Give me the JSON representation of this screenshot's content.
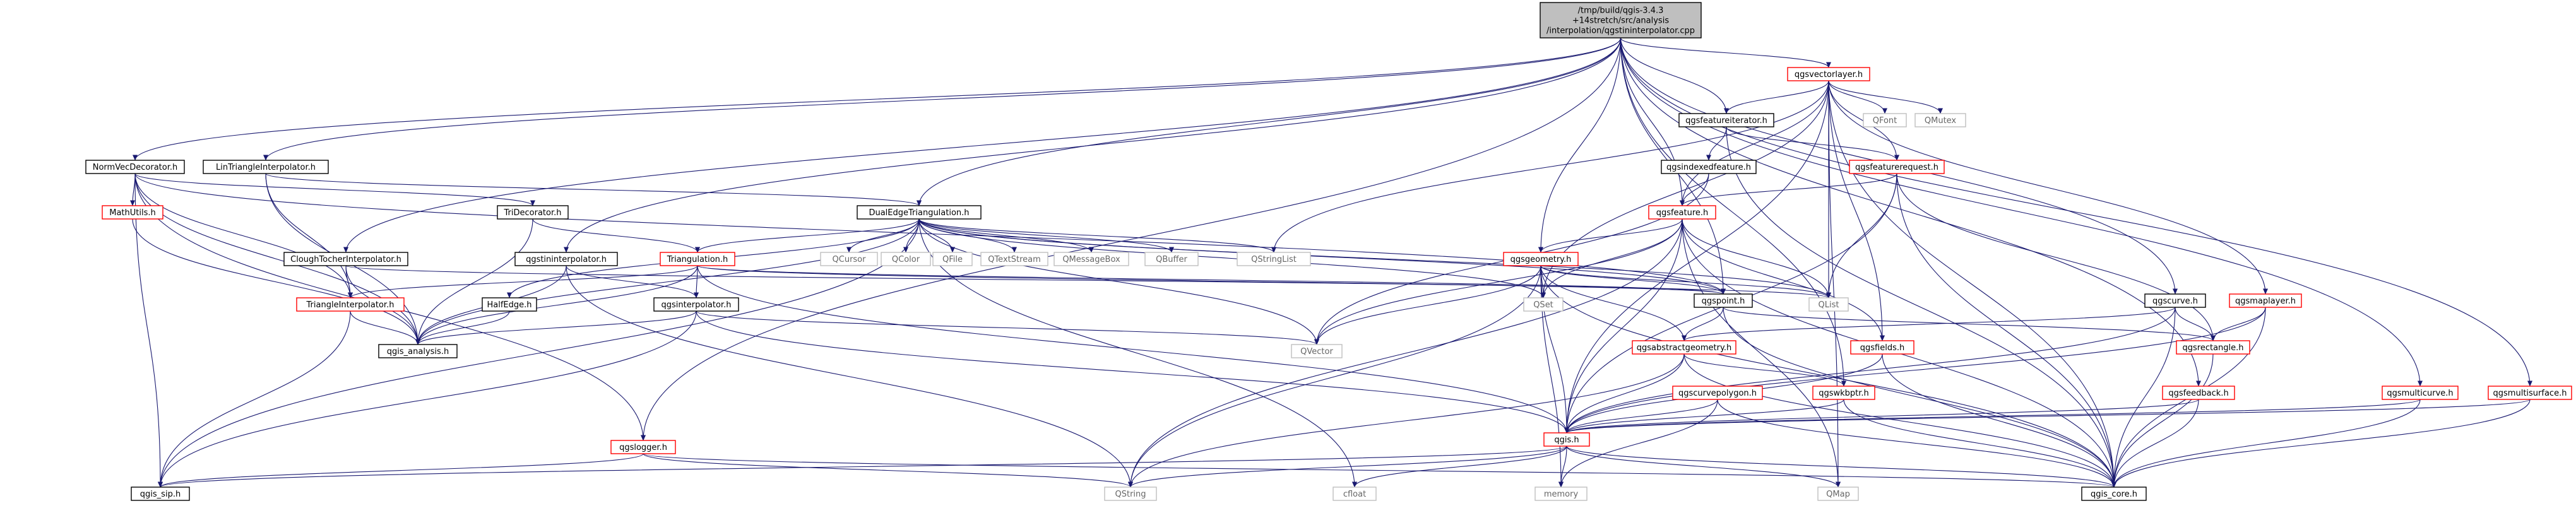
{
  "colors": {
    "edge": "#191970",
    "root_fill": "#bfbfbf",
    "root_border": "#000000",
    "normal_border": "#000000",
    "incomplete_border": "#ff0000",
    "external_border": "#bfbfbf",
    "external_text": "#666666"
  },
  "nodes": [
    {
      "id": "root",
      "kind": "root",
      "lines": [
        "/tmp/build/qgis-3.4.3",
        "+14stretch/src/analysis",
        "/interpolation/qgstininterpolator.cpp"
      ]
    },
    {
      "id": "qgsvectorlayer",
      "kind": "incomplete",
      "lines": [
        "qgsvectorlayer.h"
      ]
    },
    {
      "id": "qgsfeatureiterator",
      "kind": "normal",
      "lines": [
        "qgsfeatureiterator.h"
      ]
    },
    {
      "id": "qgsindexedfeature",
      "kind": "normal",
      "lines": [
        "qgsindexedfeature.h"
      ]
    },
    {
      "id": "qgsfeaturerequest",
      "kind": "incomplete",
      "lines": [
        "qgsfeaturerequest.h"
      ]
    },
    {
      "id": "qgsfeature",
      "kind": "incomplete",
      "lines": [
        "qgsfeature.h"
      ]
    },
    {
      "id": "qgsgeometry",
      "kind": "incomplete",
      "lines": [
        "qgsgeometry.h"
      ]
    },
    {
      "id": "qgspoint",
      "kind": "normal",
      "lines": [
        "qgspoint.h"
      ]
    },
    {
      "id": "qgsabstractgeometry",
      "kind": "incomplete",
      "lines": [
        "qgsabstractgeometry.h"
      ]
    },
    {
      "id": "qgsfields",
      "kind": "incomplete",
      "lines": [
        "qgsfields.h"
      ]
    },
    {
      "id": "qgscurvepolygon",
      "kind": "incomplete",
      "lines": [
        "qgscurvepolygon.h"
      ]
    },
    {
      "id": "qgswkbptr",
      "kind": "incomplete",
      "lines": [
        "qgswkbptr.h"
      ]
    },
    {
      "id": "qgsh",
      "kind": "incomplete",
      "lines": [
        "qgis.h"
      ]
    },
    {
      "id": "qgscurve",
      "kind": "normal",
      "lines": [
        "qgscurve.h"
      ]
    },
    {
      "id": "qgsmaplayer",
      "kind": "incomplete",
      "lines": [
        "qgsmaplayer.h"
      ]
    },
    {
      "id": "qgsrectangle",
      "kind": "incomplete",
      "lines": [
        "qgsrectangle.h"
      ]
    },
    {
      "id": "qgsfeedback",
      "kind": "incomplete",
      "lines": [
        "qgsfeedback.h"
      ]
    },
    {
      "id": "qgsmulticurve",
      "kind": "incomplete",
      "lines": [
        "qgsmulticurve.h"
      ]
    },
    {
      "id": "qgsmultisurface",
      "kind": "incomplete",
      "lines": [
        "qgsmultisurface.h"
      ]
    },
    {
      "id": "qgscore",
      "kind": "normal",
      "lines": [
        "qgis_core.h"
      ]
    },
    {
      "id": "normvec",
      "kind": "normal",
      "lines": [
        "NormVecDecorator.h"
      ]
    },
    {
      "id": "mathutils",
      "kind": "incomplete",
      "lines": [
        "MathUtils.h"
      ]
    },
    {
      "id": "lintriangle",
      "kind": "normal",
      "lines": [
        "LinTriangleInterpolator.h"
      ]
    },
    {
      "id": "tridecorator",
      "kind": "normal",
      "lines": [
        "TriDecorator.h"
      ]
    },
    {
      "id": "dualedge",
      "kind": "normal",
      "lines": [
        "DualEdgeTriangulation.h"
      ]
    },
    {
      "id": "clough",
      "kind": "normal",
      "lines": [
        "CloughTocherInterpolator.h"
      ]
    },
    {
      "id": "triinterp",
      "kind": "incomplete",
      "lines": [
        "TriangleInterpolator.h"
      ]
    },
    {
      "id": "qgstininterp",
      "kind": "normal",
      "lines": [
        "qgstininterpolator.h"
      ]
    },
    {
      "id": "triangulation",
      "kind": "incomplete",
      "lines": [
        "Triangulation.h"
      ]
    },
    {
      "id": "halfedge",
      "kind": "normal",
      "lines": [
        "HalfEdge.h"
      ]
    },
    {
      "id": "qgsinterpolator",
      "kind": "normal",
      "lines": [
        "qgsinterpolator.h"
      ]
    },
    {
      "id": "qgsanalysis",
      "kind": "normal",
      "lines": [
        "qgis_analysis.h"
      ]
    },
    {
      "id": "qgslogger",
      "kind": "incomplete",
      "lines": [
        "qgslogger.h"
      ]
    },
    {
      "id": "qgssip",
      "kind": "normal",
      "lines": [
        "qgis_sip.h"
      ]
    },
    {
      "id": "qstring",
      "kind": "external",
      "lines": [
        "QString"
      ]
    },
    {
      "id": "cfloat",
      "kind": "external",
      "lines": [
        "cfloat"
      ]
    },
    {
      "id": "memory",
      "kind": "external",
      "lines": [
        "memory"
      ]
    },
    {
      "id": "qmap",
      "kind": "external",
      "lines": [
        "QMap"
      ]
    },
    {
      "id": "qvector",
      "kind": "external",
      "lines": [
        "QVector"
      ]
    },
    {
      "id": "qset",
      "kind": "external",
      "lines": [
        "QSet"
      ]
    },
    {
      "id": "qlist",
      "kind": "external",
      "lines": [
        "QList"
      ]
    },
    {
      "id": "qstringlist",
      "kind": "external",
      "lines": [
        "QStringList"
      ]
    },
    {
      "id": "qcursor",
      "kind": "external",
      "lines": [
        "QCursor"
      ]
    },
    {
      "id": "qcolor",
      "kind": "external",
      "lines": [
        "QColor"
      ]
    },
    {
      "id": "qfile",
      "kind": "external",
      "lines": [
        "QFile"
      ]
    },
    {
      "id": "qtextstream",
      "kind": "external",
      "lines": [
        "QTextStream"
      ]
    },
    {
      "id": "qmessagebox",
      "kind": "external",
      "lines": [
        "QMessageBox"
      ]
    },
    {
      "id": "qbuffer",
      "kind": "external",
      "lines": [
        "QBuffer"
      ]
    },
    {
      "id": "qfont",
      "kind": "external",
      "lines": [
        "QFont"
      ]
    },
    {
      "id": "qmutex",
      "kind": "external",
      "lines": [
        "QMutex"
      ]
    }
  ],
  "edges": [
    [
      "root",
      "qgsvectorlayer"
    ],
    [
      "root",
      "qgsfeatureiterator"
    ],
    [
      "root",
      "qgsfeature"
    ],
    [
      "root",
      "qgsgeometry"
    ],
    [
      "root",
      "qgspoint"
    ],
    [
      "root",
      "qgswkbptr"
    ],
    [
      "root",
      "qgscurve"
    ],
    [
      "root",
      "qgsmulticurve"
    ],
    [
      "root",
      "qgsmultisurface"
    ],
    [
      "root",
      "qgsfeedback"
    ],
    [
      "root",
      "normvec"
    ],
    [
      "root",
      "lintriangle"
    ],
    [
      "root",
      "clough"
    ],
    [
      "root",
      "dualedge"
    ],
    [
      "root",
      "qgstininterp"
    ],
    [
      "root",
      "qgslogger"
    ],
    [
      "qgsvectorlayer",
      "qgsfeatureiterator"
    ],
    [
      "qgsvectorlayer",
      "qgsfeaturerequest"
    ],
    [
      "qgsvectorlayer",
      "qgsfeature"
    ],
    [
      "qgsvectorlayer",
      "qgsmaplayer"
    ],
    [
      "qgsvectorlayer",
      "qgsfields"
    ],
    [
      "qgsvectorlayer",
      "qgsh"
    ],
    [
      "qgsvectorlayer",
      "qgscore"
    ],
    [
      "qgsvectorlayer",
      "qfont"
    ],
    [
      "qgsvectorlayer",
      "qmutex"
    ],
    [
      "qgsvectorlayer",
      "qlist"
    ],
    [
      "qgsvectorlayer",
      "qset"
    ],
    [
      "qgsvectorlayer",
      "qstringlist"
    ],
    [
      "qgsvectorlayer",
      "qmap"
    ],
    [
      "qgsfeatureiterator",
      "qgsindexedfeature"
    ],
    [
      "qgsfeatureiterator",
      "qgsfeaturerequest"
    ],
    [
      "qgsfeatureiterator",
      "qgscore"
    ],
    [
      "qgsindexedfeature",
      "qgsfeature"
    ],
    [
      "qgsindexedfeature",
      "qvector"
    ],
    [
      "qgsfeaturerequest",
      "qgsfeature"
    ],
    [
      "qgsfeaturerequest",
      "qgsrectangle"
    ],
    [
      "qgsfeaturerequest",
      "qgsh"
    ],
    [
      "qgsfeaturerequest",
      "qgscore"
    ],
    [
      "qgsfeaturerequest",
      "qlist"
    ],
    [
      "qgsfeature",
      "qgsgeometry"
    ],
    [
      "qgsfeature",
      "qgsfields"
    ],
    [
      "qgsfeature",
      "qgsh"
    ],
    [
      "qgsfeature",
      "qgscore"
    ],
    [
      "qgsfeature",
      "qlist"
    ],
    [
      "qgsfeature",
      "qset"
    ],
    [
      "qgsfeature",
      "qvector"
    ],
    [
      "qgsfeature",
      "qmap"
    ],
    [
      "qgsfeature",
      "qstring"
    ],
    [
      "qgsgeometry",
      "qgspoint"
    ],
    [
      "qgsgeometry",
      "qgsabstractgeometry"
    ],
    [
      "qgsgeometry",
      "qgsh"
    ],
    [
      "qgsgeometry",
      "qgscore"
    ],
    [
      "qgsgeometry",
      "qset"
    ],
    [
      "qgsgeometry",
      "qvector"
    ],
    [
      "qgsgeometry",
      "qstring"
    ],
    [
      "qgsgeometry",
      "memory"
    ],
    [
      "qgsgeometry",
      "qlist"
    ],
    [
      "qgspoint",
      "qgsabstractgeometry"
    ],
    [
      "qgspoint",
      "qgsrectangle"
    ],
    [
      "qgspoint",
      "qgscore"
    ],
    [
      "qgsabstractgeometry",
      "qgsh"
    ],
    [
      "qgsabstractgeometry",
      "qgscore"
    ],
    [
      "qgsabstractgeometry",
      "qgswkbptr"
    ],
    [
      "qgsabstractgeometry",
      "qstring"
    ],
    [
      "qgsfields",
      "qgsh"
    ],
    [
      "qgsfields",
      "qgscore"
    ],
    [
      "qgscurvepolygon",
      "qgsh"
    ],
    [
      "qgscurvepolygon",
      "memory"
    ],
    [
      "qgscurvepolygon",
      "qgscore"
    ],
    [
      "qgswkbptr",
      "qgsh"
    ],
    [
      "qgswkbptr",
      "qgscore"
    ],
    [
      "qgscurve",
      "qgsabstractgeometry"
    ],
    [
      "qgscurve",
      "qgsrectangle"
    ],
    [
      "qgscurve",
      "qgscore"
    ],
    [
      "qgscurve",
      "qgsh"
    ],
    [
      "qgsmaplayer",
      "qgsrectangle"
    ],
    [
      "qgsmaplayer",
      "qgsh"
    ],
    [
      "qgsmaplayer",
      "qgscore"
    ],
    [
      "qgsrectangle",
      "qgscore"
    ],
    [
      "qgsfeedback",
      "qgsh"
    ],
    [
      "qgsfeedback",
      "qgscore"
    ],
    [
      "qgsmulticurve",
      "qgsh"
    ],
    [
      "qgsmulticurve",
      "qgscore"
    ],
    [
      "qgsmultisurface",
      "qgsh"
    ],
    [
      "qgsmultisurface",
      "qgscore"
    ],
    [
      "qgsh",
      "qgssip"
    ],
    [
      "qgsh",
      "qgscore"
    ],
    [
      "qgsh",
      "qstring"
    ],
    [
      "qgsh",
      "cfloat"
    ],
    [
      "qgsh",
      "memory"
    ],
    [
      "qgsh",
      "qmap"
    ],
    [
      "normvec",
      "tridecorator"
    ],
    [
      "normvec",
      "mathutils"
    ],
    [
      "normvec",
      "triinterp"
    ],
    [
      "normvec",
      "qgsanalysis"
    ],
    [
      "normvec",
      "qgssip"
    ],
    [
      "normvec",
      "qgslogger"
    ],
    [
      "normvec",
      "qgspoint"
    ],
    [
      "mathutils",
      "qgsanalysis"
    ],
    [
      "lintriangle",
      "dualedge"
    ],
    [
      "lintriangle",
      "triinterp"
    ],
    [
      "lintriangle",
      "qgsanalysis"
    ],
    [
      "tridecorator",
      "triangulation"
    ],
    [
      "tridecorator",
      "qgsanalysis"
    ],
    [
      "dualedge",
      "triangulation"
    ],
    [
      "dualedge",
      "halfedge"
    ],
    [
      "dualedge",
      "qgsanalysis"
    ],
    [
      "dualedge",
      "qgssip"
    ],
    [
      "dualedge",
      "qstringlist"
    ],
    [
      "dualedge",
      "qcursor"
    ],
    [
      "dualedge",
      "qcolor"
    ],
    [
      "dualedge",
      "qfile"
    ],
    [
      "dualedge",
      "qtextstream"
    ],
    [
      "dualedge",
      "qmessagebox"
    ],
    [
      "dualedge",
      "qbuffer"
    ],
    [
      "dualedge",
      "qset"
    ],
    [
      "dualedge",
      "qlist"
    ],
    [
      "dualedge",
      "qvector"
    ],
    [
      "dualedge",
      "cfloat"
    ],
    [
      "dualedge",
      "qgspoint"
    ],
    [
      "clough",
      "triinterp"
    ],
    [
      "clough",
      "qgsanalysis"
    ],
    [
      "clough",
      "qgspoint"
    ],
    [
      "triinterp",
      "qgssip"
    ],
    [
      "triinterp",
      "qgsanalysis"
    ],
    [
      "qgstininterp",
      "qgsinterpolator"
    ],
    [
      "qgstininterp",
      "qgsanalysis"
    ],
    [
      "qgstininterp",
      "qstring"
    ],
    [
      "triangulation",
      "qgsinterpolator"
    ],
    [
      "triangulation",
      "qgsanalysis"
    ],
    [
      "triangulation",
      "qgsh"
    ],
    [
      "triangulation",
      "qlist"
    ],
    [
      "triangulation",
      "qgspoint"
    ],
    [
      "triangulation",
      "triinterp"
    ],
    [
      "halfedge",
      "qgsanalysis"
    ],
    [
      "qgsinterpolator",
      "qvector"
    ],
    [
      "qgsinterpolator",
      "qgssip"
    ],
    [
      "qgsinterpolator",
      "qgsanalysis"
    ],
    [
      "qgsinterpolator",
      "qgsh"
    ],
    [
      "qgslogger",
      "qgssip"
    ],
    [
      "qgslogger",
      "qstring"
    ],
    [
      "qgslogger",
      "qgscore"
    ]
  ]
}
